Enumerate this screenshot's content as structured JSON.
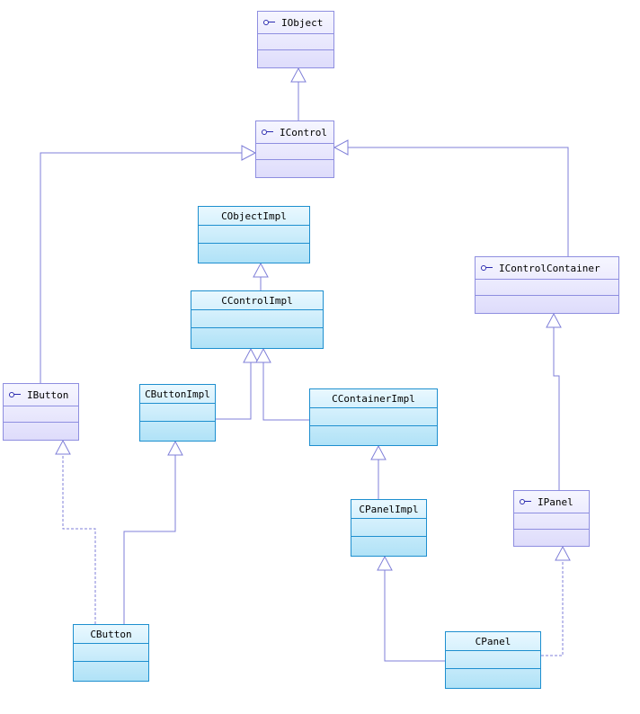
{
  "colors": {
    "interface_border": "#8e8ee0",
    "impl_border": "#1e8fcf",
    "line": "#7f7fd8"
  },
  "classes": [
    {
      "id": "iobject",
      "name": "IObject",
      "kind": "interface",
      "icon": "interface-lollipop-icon"
    },
    {
      "id": "icontrol",
      "name": "IControl",
      "kind": "interface",
      "icon": "interface-lollipop-icon"
    },
    {
      "id": "cobjectimpl",
      "name": "CObjectImpl",
      "kind": "class"
    },
    {
      "id": "ccontrolimpl",
      "name": "CControlImpl",
      "kind": "class"
    },
    {
      "id": "icontrolcontainer",
      "name": "IControlContainer",
      "kind": "interface",
      "icon": "interface-lollipop-icon"
    },
    {
      "id": "ibutton",
      "name": "IButton",
      "kind": "interface",
      "icon": "interface-lollipop-icon"
    },
    {
      "id": "cbuttonimpl",
      "name": "CButtonImpl",
      "kind": "class"
    },
    {
      "id": "ccontainerimpl",
      "name": "CContainerImpl",
      "kind": "class"
    },
    {
      "id": "cpanelimpl",
      "name": "CPanelImpl",
      "kind": "class"
    },
    {
      "id": "ipanel",
      "name": "IPanel",
      "kind": "interface",
      "icon": "interface-lollipop-icon"
    },
    {
      "id": "cbutton",
      "name": "CButton",
      "kind": "class"
    },
    {
      "id": "cpanel",
      "name": "CPanel",
      "kind": "class"
    }
  ],
  "relations": [
    {
      "from": "icontrol",
      "to": "iobject",
      "type": "inheritance"
    },
    {
      "from": "ibutton",
      "to": "icontrol",
      "type": "inheritance"
    },
    {
      "from": "icontrolcontainer",
      "to": "icontrol",
      "type": "inheritance"
    },
    {
      "from": "ccontrolimpl",
      "to": "cobjectimpl",
      "type": "inheritance"
    },
    {
      "from": "cbuttonimpl",
      "to": "ccontrolimpl",
      "type": "inheritance"
    },
    {
      "from": "ccontainerimpl",
      "to": "ccontrolimpl",
      "type": "inheritance"
    },
    {
      "from": "cpanelimpl",
      "to": "ccontainerimpl",
      "type": "inheritance"
    },
    {
      "from": "ipanel",
      "to": "icontrolcontainer",
      "type": "inheritance"
    },
    {
      "from": "cbutton",
      "to": "ibutton",
      "type": "realization"
    },
    {
      "from": "cbutton",
      "to": "cbuttonimpl",
      "type": "inheritance"
    },
    {
      "from": "cpanel",
      "to": "cpanelimpl",
      "type": "inheritance"
    },
    {
      "from": "cpanel",
      "to": "ipanel",
      "type": "realization"
    }
  ]
}
